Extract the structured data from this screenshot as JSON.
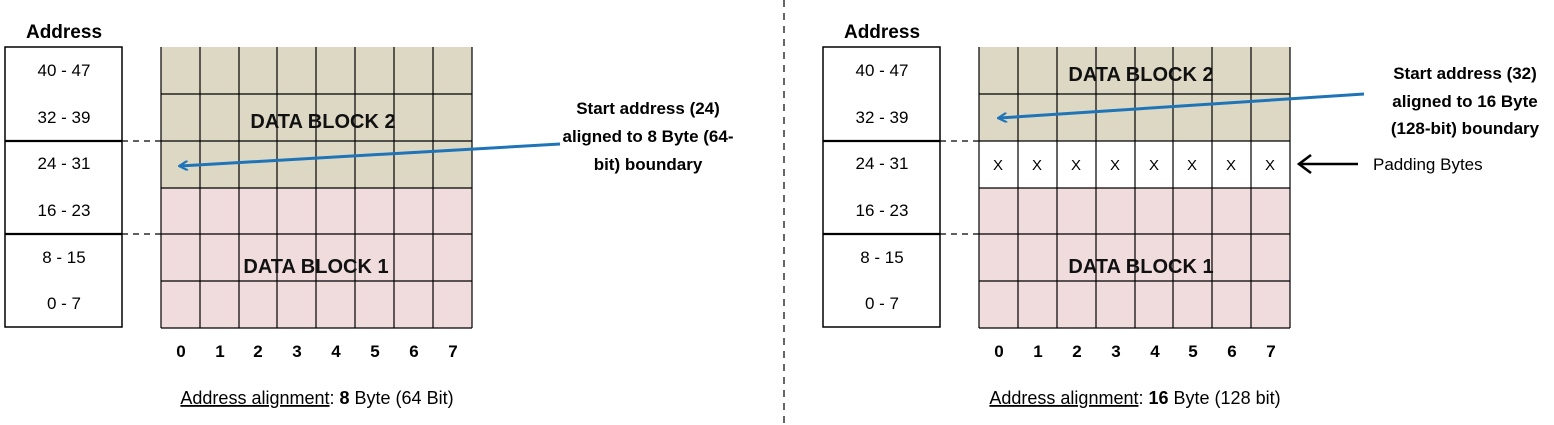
{
  "colors": {
    "block2_fill": "#ddd8c4",
    "block1_fill": "#f1dcdd",
    "padding_fill": "#ffffff",
    "arrow": "#1f74b8",
    "grid": "#000000"
  },
  "left_panel": {
    "address_header": "Address",
    "addresses": [
      "40 - 47",
      "32 - 39",
      "24 - 31",
      "16 - 23",
      "8 - 15",
      "0 - 7"
    ],
    "columns": [
      "0",
      "1",
      "2",
      "3",
      "4",
      "5",
      "6",
      "7"
    ],
    "block2_label": "DATA BLOCK 2",
    "block1_label": "DATA BLOCK 1",
    "annotation_lines": [
      "Start address (24)",
      "aligned to 8 Byte (64-",
      "bit) boundary"
    ],
    "caption": {
      "underlined": "Address alignment",
      "sep": ": ",
      "bold": "8",
      "rest": " Byte (64 Bit)"
    }
  },
  "right_panel": {
    "address_header": "Address",
    "addresses": [
      "40 - 47",
      "32 - 39",
      "24 - 31",
      "16 - 23",
      "8 - 15",
      "0 - 7"
    ],
    "columns": [
      "0",
      "1",
      "2",
      "3",
      "4",
      "5",
      "6",
      "7"
    ],
    "block2_label": "DATA BLOCK 2",
    "block1_label": "DATA BLOCK 1",
    "padding_mark": "X",
    "padding_label": "Padding Bytes",
    "annotation_lines": [
      "Start address (32)",
      "aligned to 16 Byte",
      "(128-bit) boundary"
    ],
    "caption": {
      "underlined": "Address alignment",
      "sep": ": ",
      "bold": "16",
      "rest": " Byte (128 bit)"
    }
  }
}
